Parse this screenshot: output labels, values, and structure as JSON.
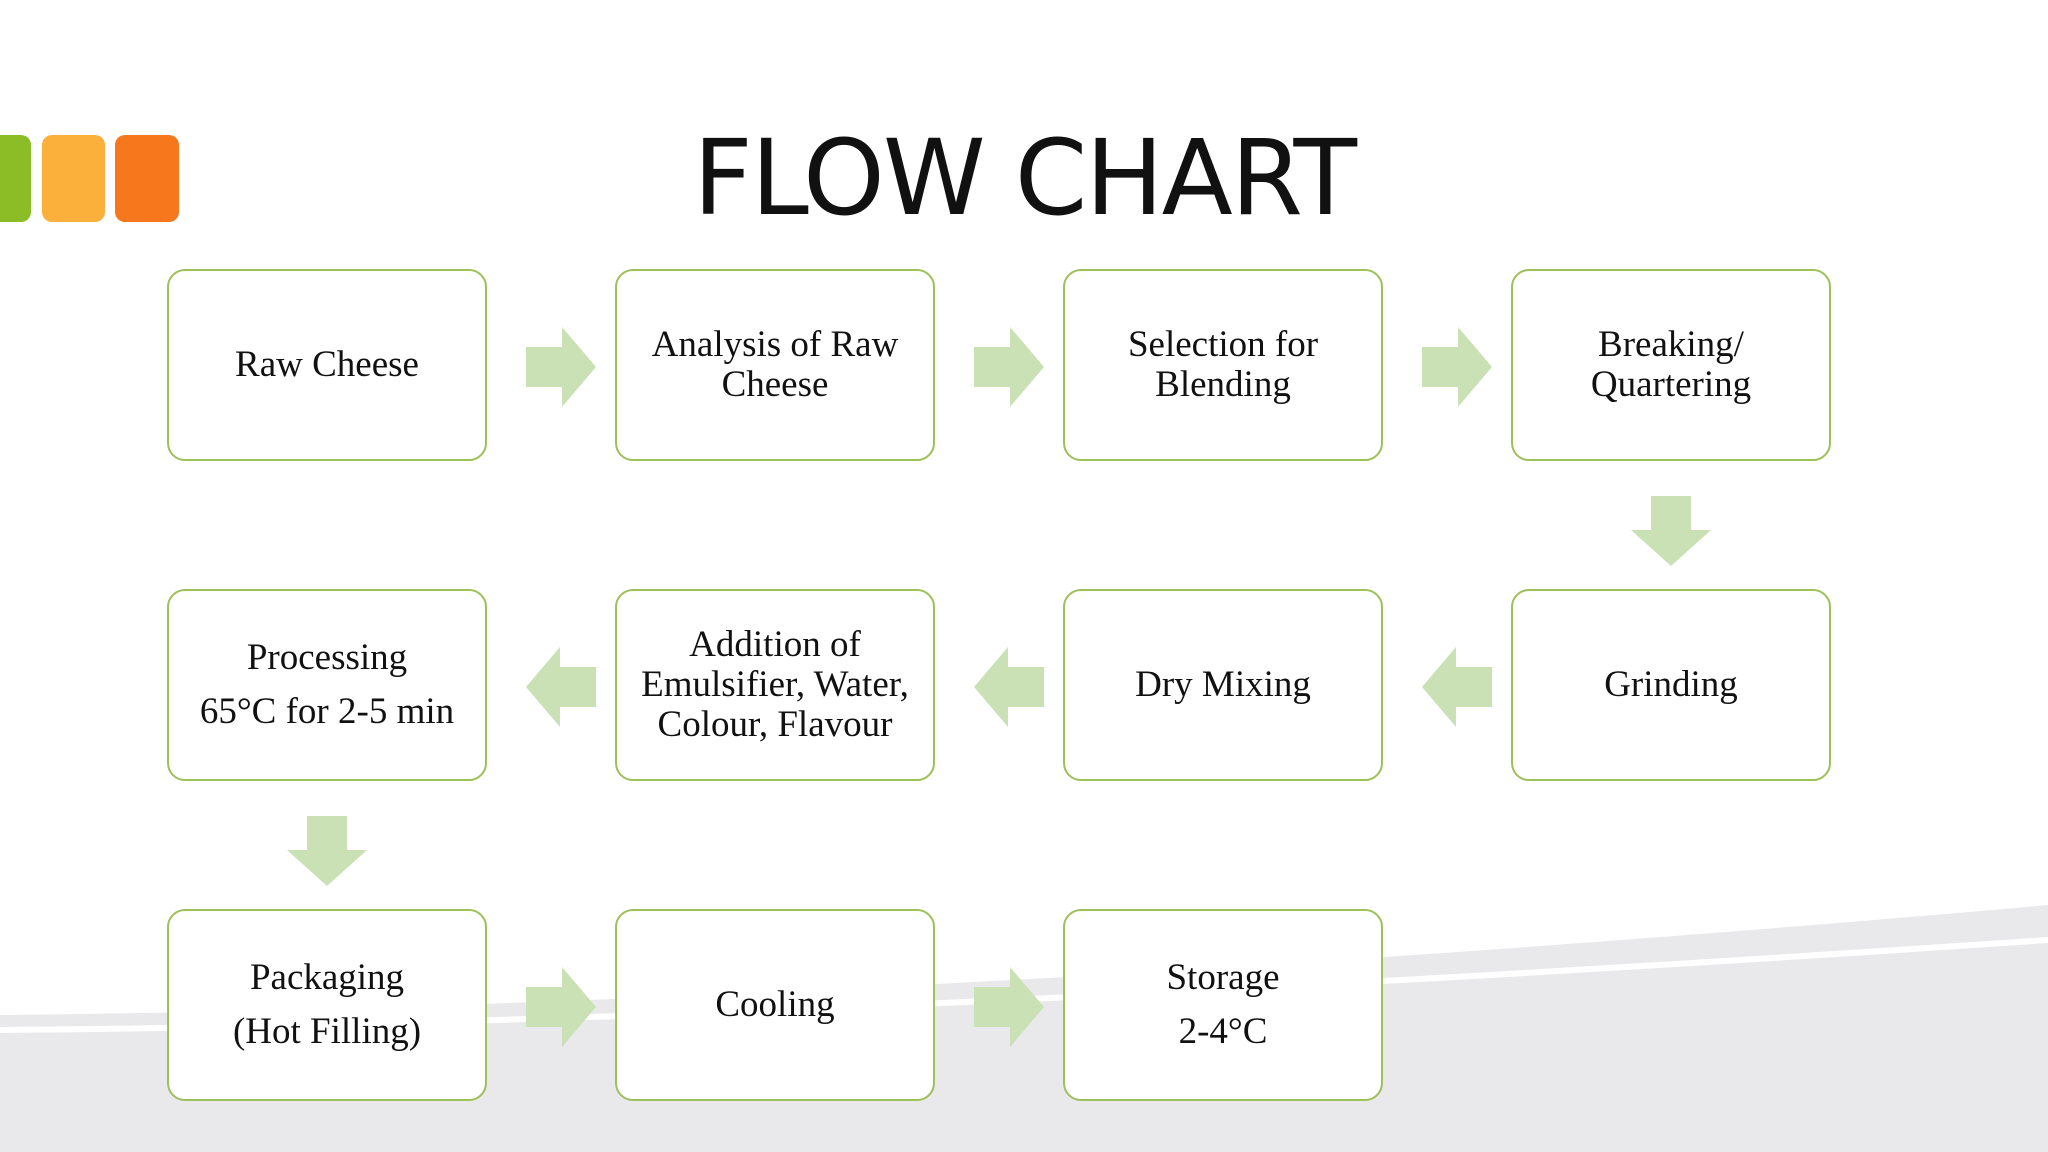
{
  "slide": {
    "title": "FLOW CHART",
    "colors": {
      "background": "#ffffff",
      "accent_squares": [
        "#8dbd26",
        "#fbb03b",
        "#f7781c"
      ],
      "box_border": "#9cc05a",
      "arrow_fill": "#c9e1b5",
      "swoosh": "#e9e9ec"
    }
  },
  "steps": [
    {
      "id": "raw-cheese",
      "lines": [
        "Raw Cheese"
      ]
    },
    {
      "id": "analysis-of-raw-cheese",
      "lines": [
        "Analysis of Raw",
        "Cheese"
      ]
    },
    {
      "id": "selection-for-blending",
      "lines": [
        "Selection for",
        "Blending"
      ]
    },
    {
      "id": "breaking-quartering",
      "lines": [
        "Breaking/",
        "Quartering"
      ]
    },
    {
      "id": "grinding",
      "lines": [
        "Grinding"
      ]
    },
    {
      "id": "dry-mixing",
      "lines": [
        "Dry Mixing"
      ]
    },
    {
      "id": "addition-of-emulsifier",
      "lines": [
        "Addition of",
        "Emulsifier, Water,",
        "Colour, Flavour"
      ]
    },
    {
      "id": "processing",
      "lines": [
        "Processing",
        "65°C for 2-5 min"
      ]
    },
    {
      "id": "packaging",
      "lines": [
        "Packaging",
        "(Hot Filling)"
      ]
    },
    {
      "id": "cooling",
      "lines": [
        "Cooling"
      ]
    },
    {
      "id": "storage",
      "lines": [
        "Storage",
        "2-4°C"
      ]
    }
  ],
  "connections": [
    {
      "from": "raw-cheese",
      "to": "analysis-of-raw-cheese"
    },
    {
      "from": "analysis-of-raw-cheese",
      "to": "selection-for-blending"
    },
    {
      "from": "selection-for-blending",
      "to": "breaking-quartering"
    },
    {
      "from": "breaking-quartering",
      "to": "grinding"
    },
    {
      "from": "grinding",
      "to": "dry-mixing"
    },
    {
      "from": "dry-mixing",
      "to": "addition-of-emulsifier"
    },
    {
      "from": "addition-of-emulsifier",
      "to": "processing"
    },
    {
      "from": "processing",
      "to": "packaging"
    },
    {
      "from": "packaging",
      "to": "cooling"
    },
    {
      "from": "cooling",
      "to": "storage"
    }
  ]
}
